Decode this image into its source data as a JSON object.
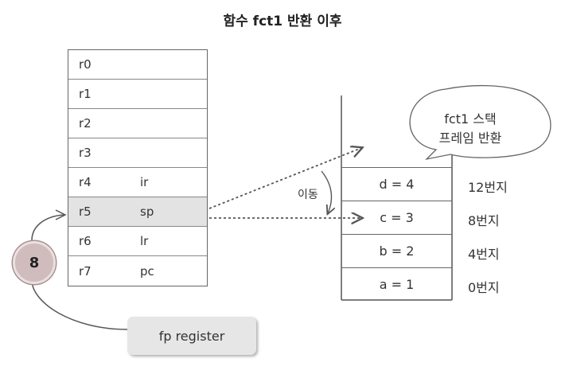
{
  "title": "함수 fct1 반환 이후",
  "registers": [
    {
      "name": "r0",
      "alias": ""
    },
    {
      "name": "r1",
      "alias": ""
    },
    {
      "name": "r2",
      "alias": ""
    },
    {
      "name": "r3",
      "alias": ""
    },
    {
      "name": "r4",
      "alias": "ir"
    },
    {
      "name": "r5",
      "alias": "sp"
    },
    {
      "name": "r6",
      "alias": "lr"
    },
    {
      "name": "r7",
      "alias": "pc"
    }
  ],
  "stack": [
    {
      "label": "d = 4",
      "address": "12번지"
    },
    {
      "label": "c = 3",
      "address": "8번지"
    },
    {
      "label": "b = 2",
      "address": "4번지"
    },
    {
      "label": "a = 1",
      "address": "0번지"
    }
  ],
  "bubble": {
    "line1": "fct1 스택",
    "line2": "프레임 반환"
  },
  "move_label": "이동",
  "step_number": "8",
  "fp_label": "fp register",
  "colors": {
    "highlight": "#e3e3e3",
    "circle": "#d0bcbc",
    "box": "#e6e6e6",
    "line": "#555555"
  }
}
